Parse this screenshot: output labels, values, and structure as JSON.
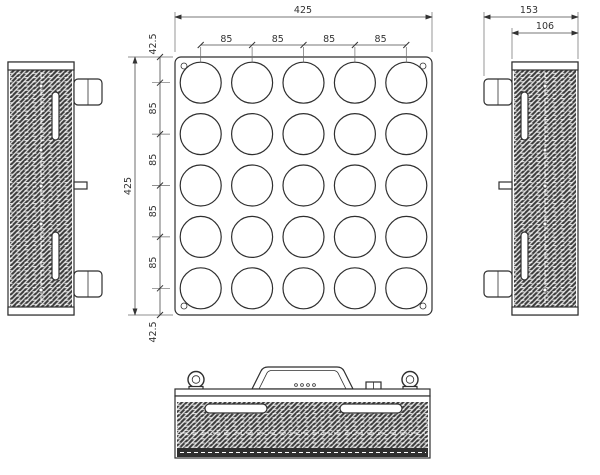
{
  "front_view": {
    "rows": 5,
    "cols": 5
  },
  "dims": {
    "front_width": "425",
    "front_height": "425",
    "margin_top": "42.5",
    "margin_bottom": "42.5",
    "pitch_top": [
      "85",
      "85",
      "85",
      "85"
    ],
    "pitch_left": [
      "85",
      "85",
      "85",
      "85"
    ],
    "side_overall": "153",
    "side_body": "106"
  },
  "colors": {
    "line": "#2f2f2f",
    "dim": "#4a4a4a",
    "hatch": "#3a3a3a"
  }
}
